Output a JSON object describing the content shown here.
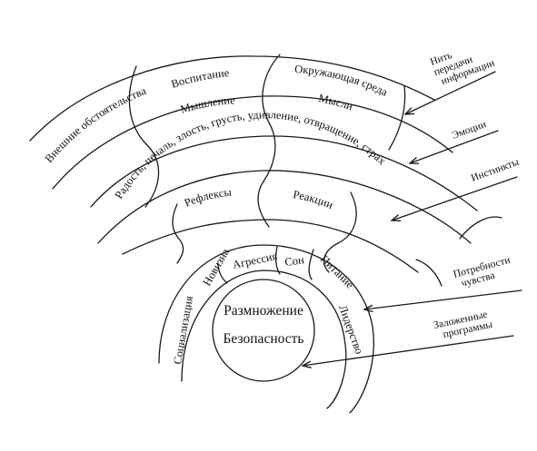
{
  "arcs": {
    "outer_env": "Внешние обстоятельства",
    "upbringing": "Воспитание",
    "environment": "Окружающая среда",
    "thinking": "Мышление",
    "thoughts": "Мысли",
    "emotions_list": "Радость, печаль, злость, грусть, удивление, отвращение, страх",
    "reflexes": "Рефлексы",
    "reactions": "Реакции"
  },
  "inner": {
    "novelty": "Новизна",
    "aggression": "Агрессия",
    "sleep": "Сон",
    "nutrition": "Питание",
    "socialization": "Социализация",
    "leadership": "Лидерство"
  },
  "core": {
    "reproduction": "Размножение",
    "safety": "Безопасность"
  },
  "callouts": {
    "thread_line1": "Нить",
    "thread_line2": "передачи",
    "thread_line3": "информации",
    "emotions": "Эмоции",
    "instincts": "Инстинкты",
    "needs_line1": "Потребности",
    "needs_line2": "чувства",
    "programs_line1": "Заложенные",
    "programs_line2": "программы"
  }
}
